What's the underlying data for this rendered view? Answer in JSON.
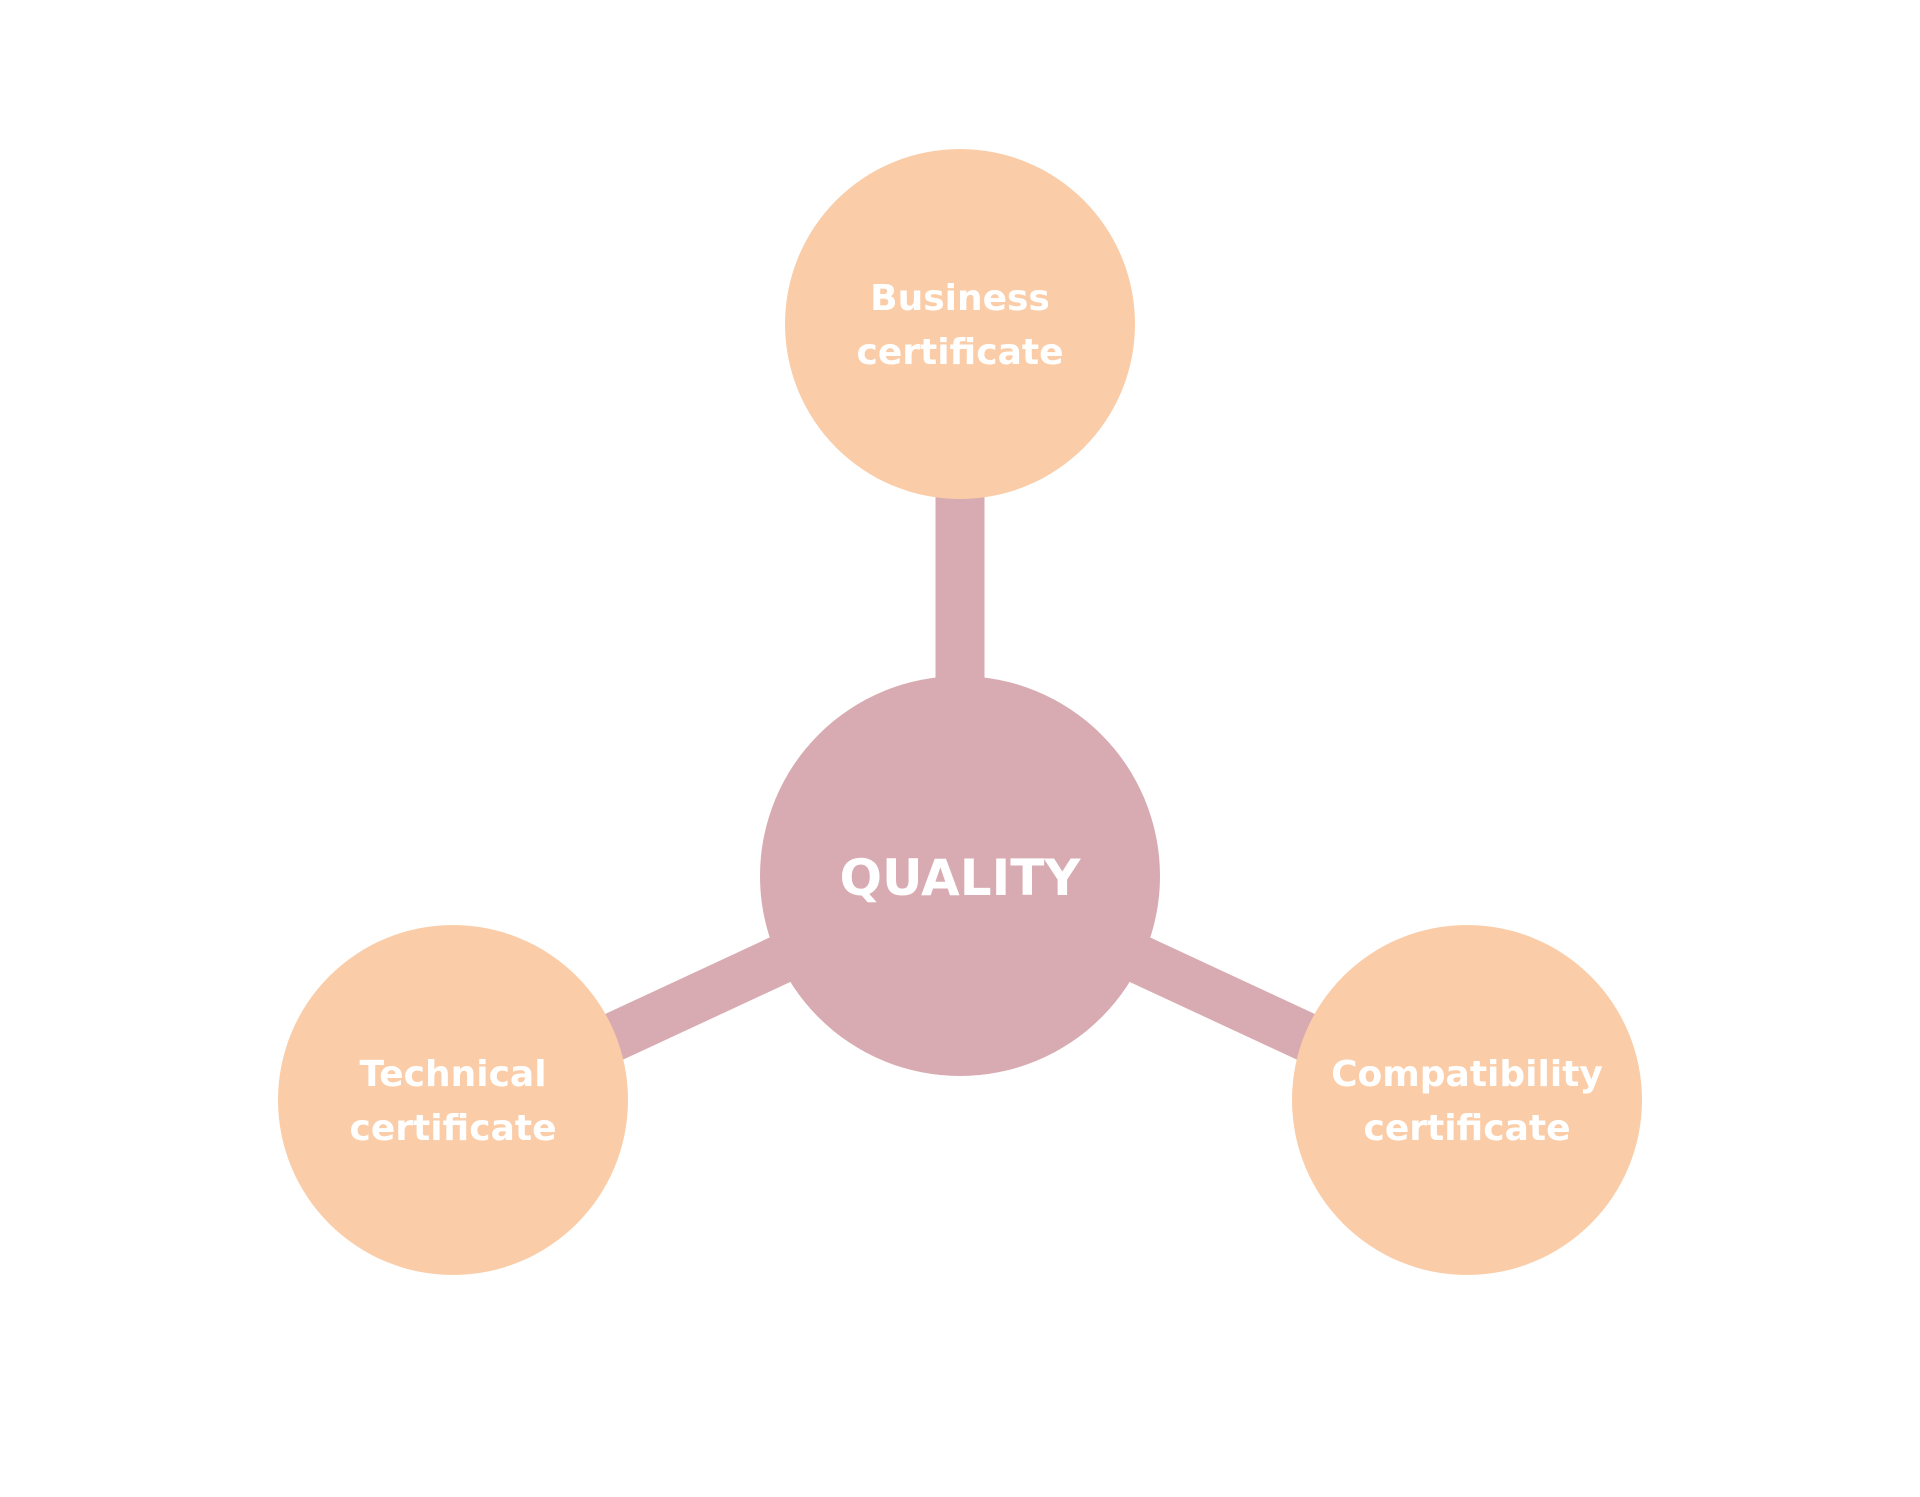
{
  "colors": {
    "center": "#d8abb2",
    "node": "#facda8",
    "text": "#ffffff"
  },
  "center": {
    "label": "QUALITY"
  },
  "nodes": [
    {
      "line1": "Business",
      "line2": "certificate"
    },
    {
      "line1": "Technical",
      "line2": "certificate"
    },
    {
      "line1": "Compatibility",
      "line2": "certificate"
    }
  ]
}
